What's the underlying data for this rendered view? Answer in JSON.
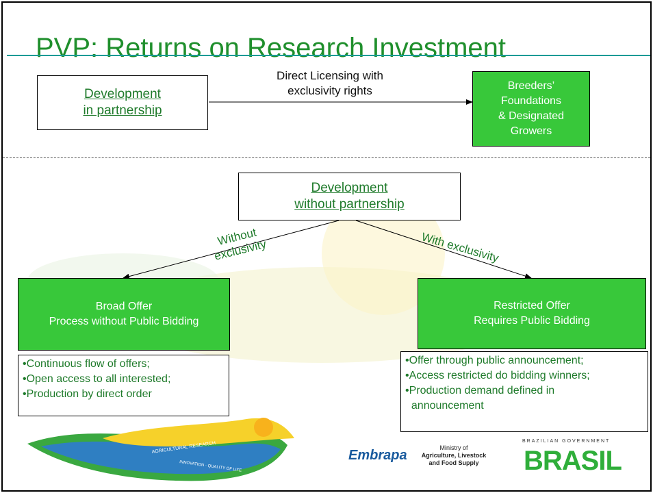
{
  "title": "PVP: Returns on Research Investment",
  "top_left_box": [
    "Development",
    "in partnership"
  ],
  "top_arrow_label": [
    "Direct Licensing with",
    "exclusivity rights"
  ],
  "top_right_box": [
    "Breeders’",
    "Foundations",
    "& Designated",
    "Growers"
  ],
  "center_box": [
    "Development",
    "without partnership"
  ],
  "left_branch_label": [
    "Without",
    "exclusivity"
  ],
  "right_branch_label": "With exclusivity",
  "left_offer": [
    "Broad Offer",
    "Process without Public Bidding"
  ],
  "right_offer": [
    "Restricted Offer",
    "Requires Public Bidding"
  ],
  "left_bullets": [
    "•Continuous flow of offers;",
    "•Open access to all interested;",
    "•Production by direct order"
  ],
  "right_bullets": [
    "•Offer through public announcement;",
    "•Access restricted do bidding winners;",
    "•Production demand defined in",
    "  announcement"
  ],
  "footer": {
    "banner_text": [
      "AGRICULTURAL RESEARCH",
      "INNOVATION · QUALITY OF LIFE"
    ],
    "embrapa": "Embrapa",
    "ministry": [
      "Ministry of",
      "Agriculture, Livestock",
      "and Food Supply"
    ],
    "gov_label": "BRAZILIAN GOVERNMENT",
    "brasil": "BRASIL"
  },
  "colors": {
    "green_fill": "#38c83a",
    "title_green": "#1f8f2c",
    "rule_teal": "#1a9a96"
  }
}
